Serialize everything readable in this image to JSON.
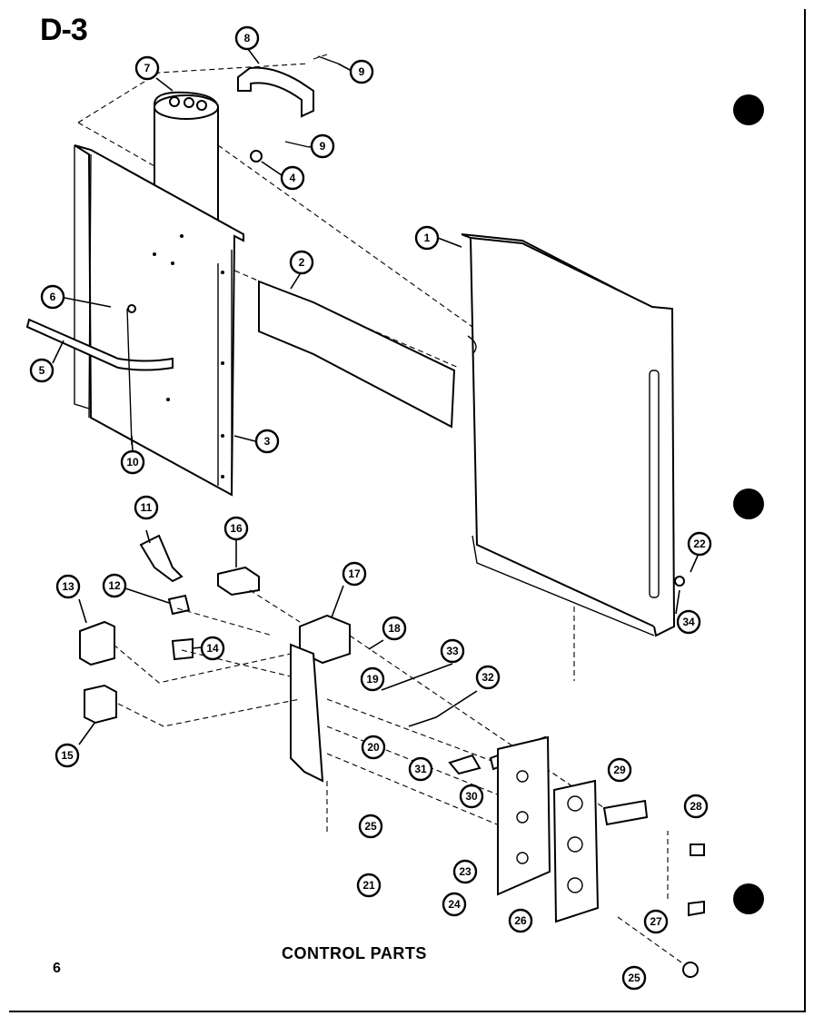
{
  "header": {
    "page_code": "D-3"
  },
  "caption": "CONTROL PARTS",
  "page_number": "6",
  "callouts": [
    {
      "id": "c1",
      "label": "1"
    },
    {
      "id": "c2",
      "label": "2"
    },
    {
      "id": "c3",
      "label": "3"
    },
    {
      "id": "c4",
      "label": "4"
    },
    {
      "id": "c5",
      "label": "5"
    },
    {
      "id": "c6",
      "label": "6"
    },
    {
      "id": "c7",
      "label": "7"
    },
    {
      "id": "c8",
      "label": "8"
    },
    {
      "id": "c9a",
      "label": "9"
    },
    {
      "id": "c9b",
      "label": "9"
    },
    {
      "id": "c10",
      "label": "10"
    },
    {
      "id": "c11",
      "label": "11"
    },
    {
      "id": "c12",
      "label": "12"
    },
    {
      "id": "c13",
      "label": "13"
    },
    {
      "id": "c14",
      "label": "14"
    },
    {
      "id": "c15",
      "label": "15"
    },
    {
      "id": "c16",
      "label": "16"
    },
    {
      "id": "c17",
      "label": "17"
    },
    {
      "id": "c18",
      "label": "18"
    },
    {
      "id": "c19",
      "label": "19"
    },
    {
      "id": "c20",
      "label": "20"
    },
    {
      "id": "c21",
      "label": "21"
    },
    {
      "id": "c22",
      "label": "22"
    },
    {
      "id": "c23",
      "label": "23"
    },
    {
      "id": "c24",
      "label": "24"
    },
    {
      "id": "c25a",
      "label": "25"
    },
    {
      "id": "c25b",
      "label": "25"
    },
    {
      "id": "c26",
      "label": "26"
    },
    {
      "id": "c27",
      "label": "27"
    },
    {
      "id": "c28",
      "label": "28"
    },
    {
      "id": "c29",
      "label": "29"
    },
    {
      "id": "c30",
      "label": "30"
    },
    {
      "id": "c31",
      "label": "31"
    },
    {
      "id": "c32",
      "label": "32"
    },
    {
      "id": "c33",
      "label": "33"
    },
    {
      "id": "c34",
      "label": "34"
    }
  ]
}
